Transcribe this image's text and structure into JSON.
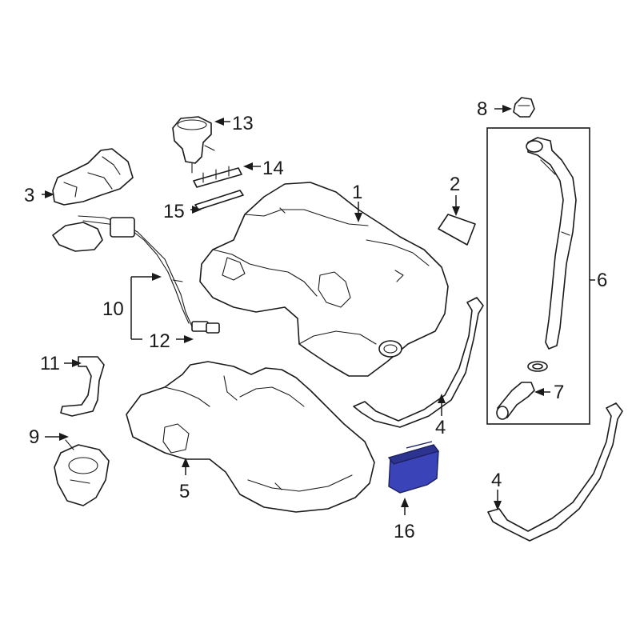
{
  "callouts": {
    "c1": "1",
    "c2": "2",
    "c3": "3",
    "c4a": "4",
    "c4b": "4",
    "c5": "5",
    "c6": "6",
    "c7": "7",
    "c8": "8",
    "c9": "9",
    "c10": "10",
    "c11": "11",
    "c12": "12",
    "c13": "13",
    "c14": "14",
    "c15": "15",
    "c16": "16"
  },
  "colors": {
    "line": "#1a1a1a",
    "highlight_fill": "#3a43b8",
    "highlight_stroke": "#1c2060",
    "background": "#ffffff"
  }
}
